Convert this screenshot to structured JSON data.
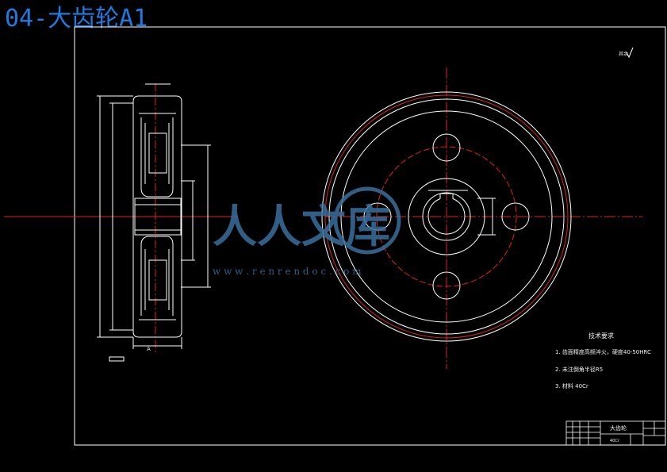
{
  "title": "04-大齿轮A1",
  "watermark": {
    "brand": "人人文库",
    "url": "w w w . r e n r e n d o c . c o m"
  },
  "roughness_note": "其余",
  "technical_requirements": {
    "heading": "技术要求",
    "items": [
      "1. 齿面精度高频淬火，硬度40-50HRC",
      "2. 未注倒角半径R5",
      "3. 材料 40Cr"
    ]
  },
  "title_block": {
    "part_name": "大齿轮",
    "material_code": "40Cr"
  },
  "side_view_tag": "A",
  "colors": {
    "title": "#1e7be0",
    "lines": "#ffffff",
    "centerlines": "#e02020",
    "watermark": "#3a6f9c"
  }
}
